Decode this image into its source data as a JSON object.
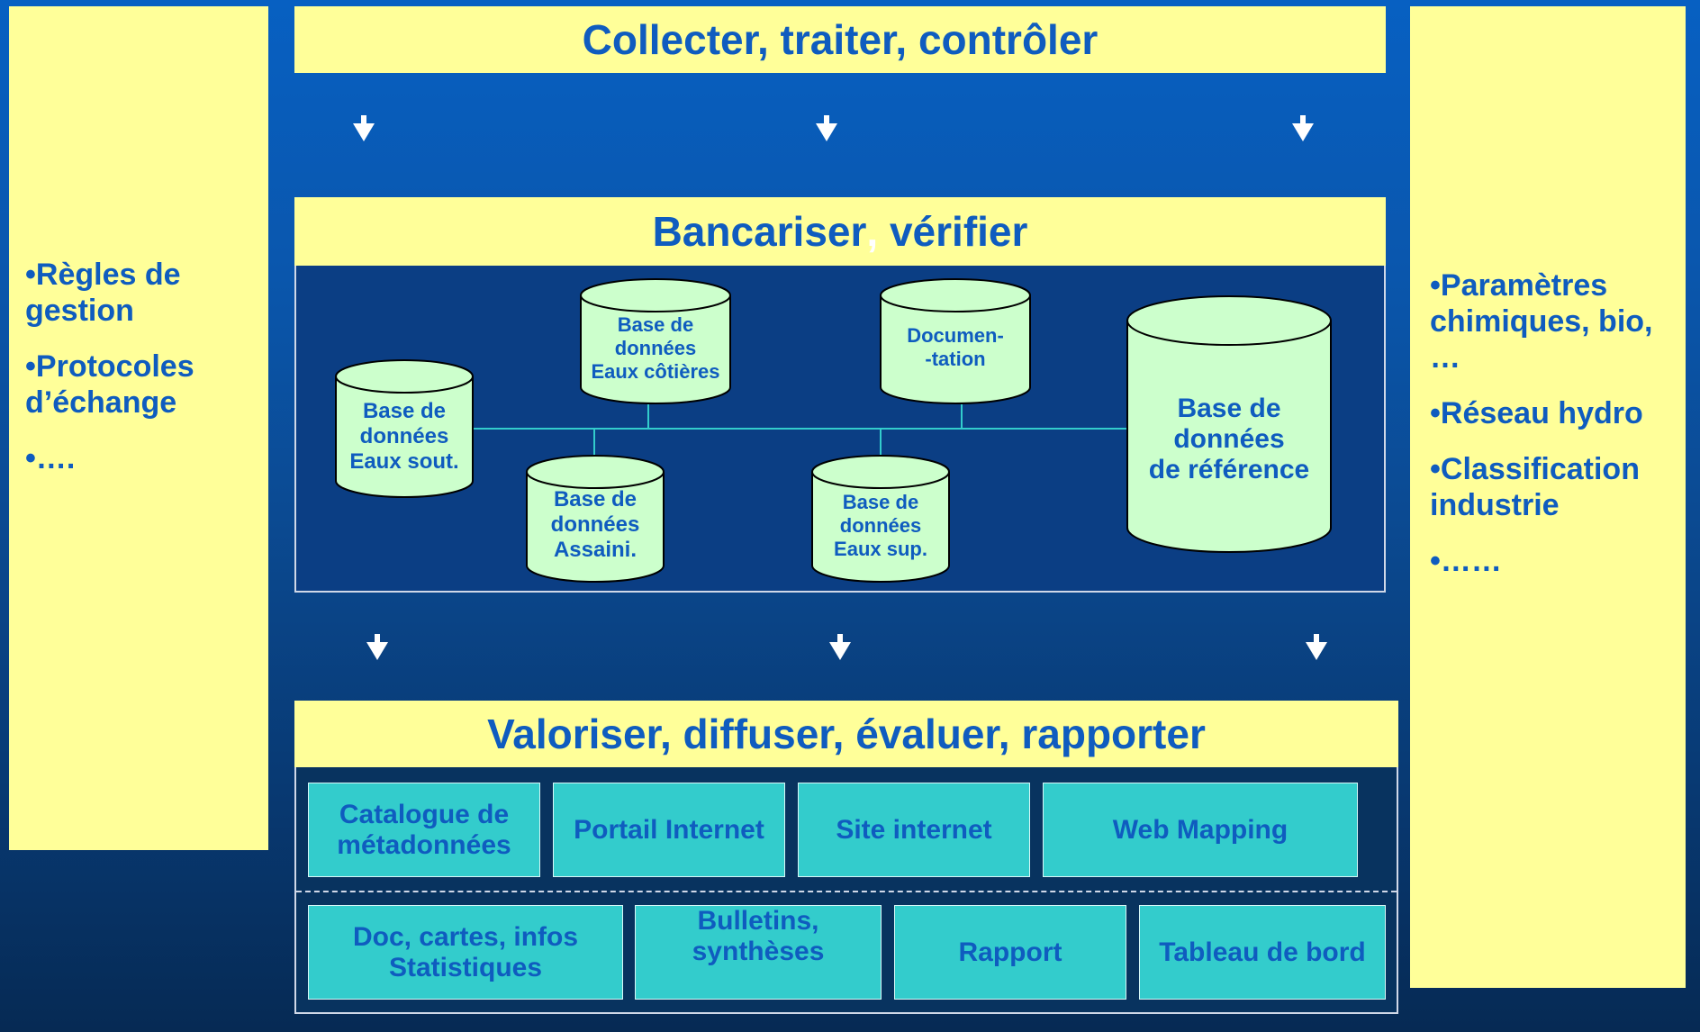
{
  "left_panel": {
    "items": [
      "•Règles de gestion",
      "•Protocoles d’échange",
      "•…."
    ]
  },
  "right_panel": {
    "items": [
      "•Paramètres chimiques, bio, …",
      "•Réseau hydro",
      "•Classification industrie",
      "•……"
    ]
  },
  "section1": {
    "title": "Collecter, traiter, contrôler"
  },
  "section2": {
    "title_part1": "Bancariser",
    "title_comma": ",",
    "title_part2": " vérifier",
    "databases": [
      {
        "id": "eaux_sout",
        "lines": [
          "Base de",
          "données",
          "Eaux sout."
        ]
      },
      {
        "id": "eaux_cotieres",
        "lines": [
          "Base de",
          "données",
          "Eaux côtières"
        ]
      },
      {
        "id": "assaini",
        "lines": [
          "Base de",
          "données",
          "Assaini."
        ]
      },
      {
        "id": "documentation",
        "lines": [
          "Documen-",
          "-tation"
        ]
      },
      {
        "id": "eaux_sup",
        "lines": [
          "Base de",
          "données",
          "Eaux sup."
        ]
      },
      {
        "id": "reference",
        "lines": [
          "Base de",
          "données",
          "de référence"
        ]
      }
    ]
  },
  "section3": {
    "title": "Valoriser, diffuser, évaluer, rapporter",
    "row1": [
      "Catalogue de métadonnées",
      "Portail Internet",
      "Site internet",
      "Web Mapping"
    ],
    "row2": [
      "Doc, cartes, infos Statistiques",
      "Bulletins, synthèses",
      "Rapport",
      "Tableau de bord"
    ]
  },
  "colors": {
    "yellow": "#ffff99",
    "text_blue": "#0f5cbf",
    "db_fill": "#ccffcc",
    "teal": "#33cccc",
    "navy_panel": "#0b3e84"
  }
}
